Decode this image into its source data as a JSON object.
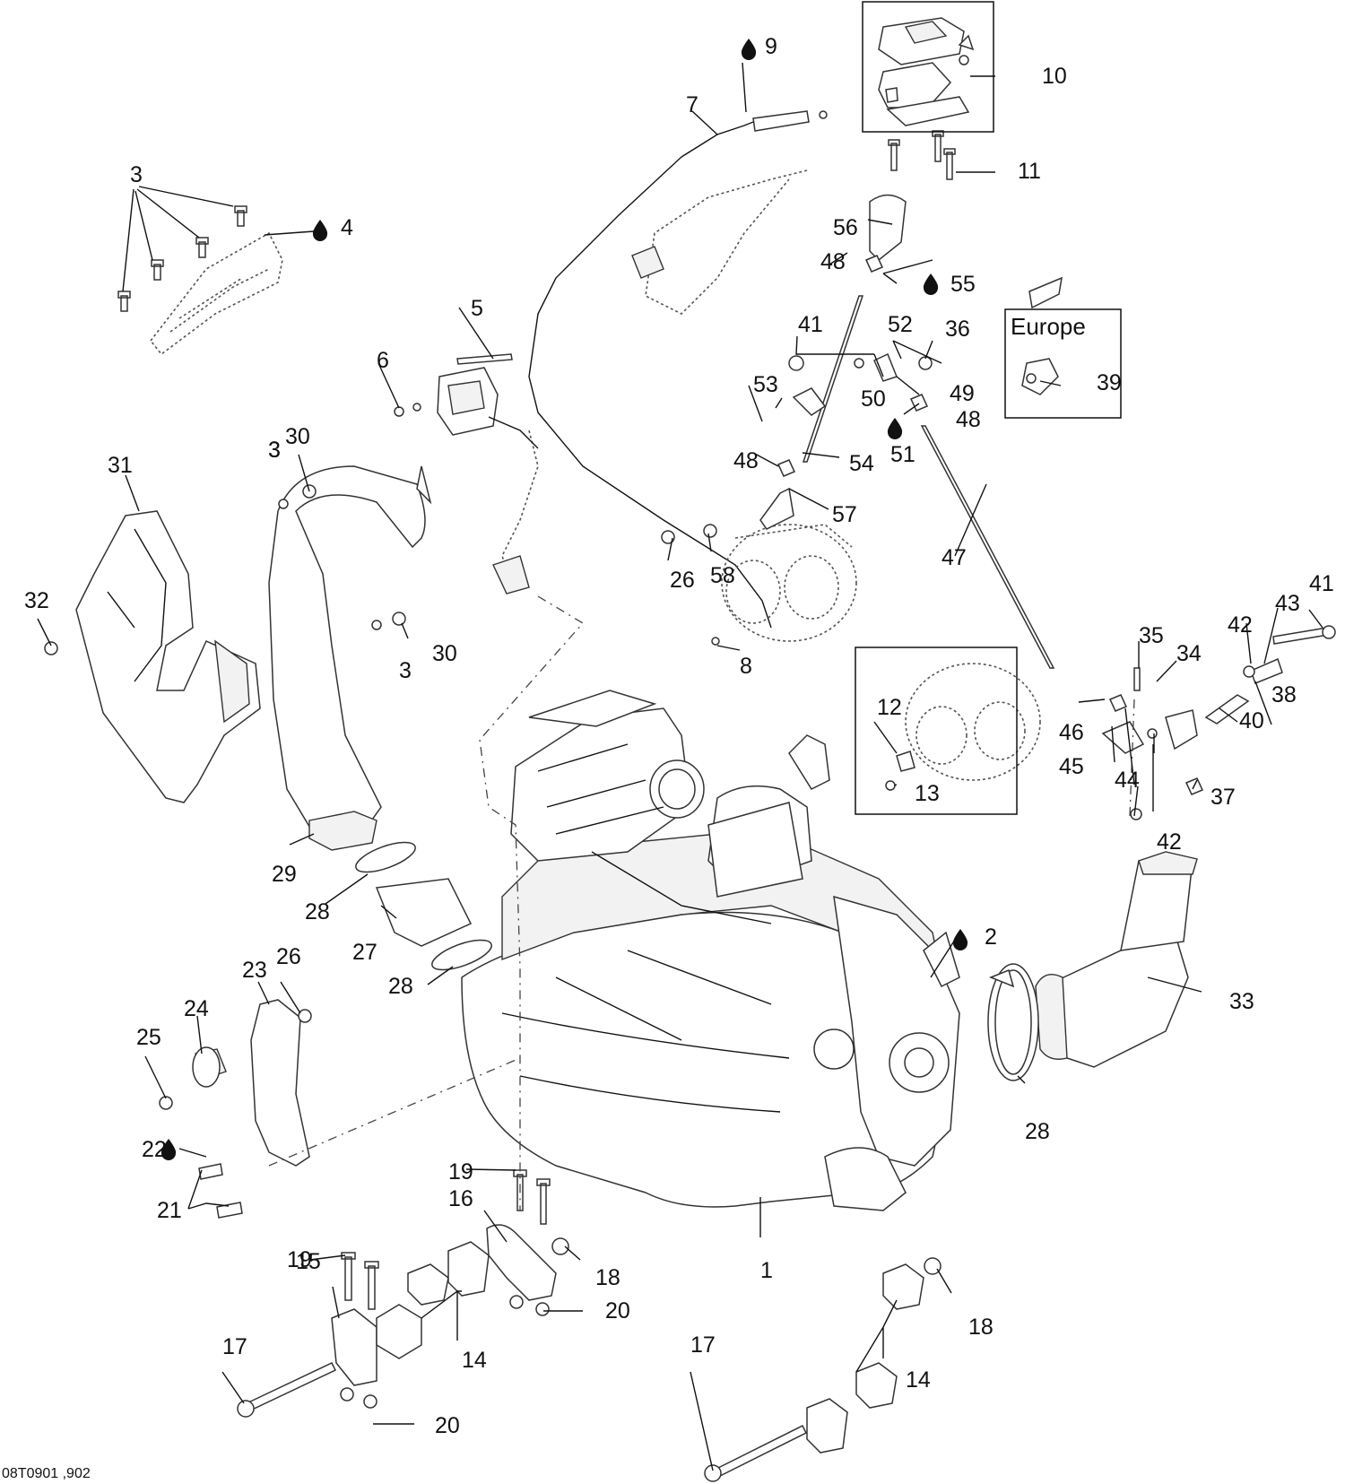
{
  "diagram": {
    "region_label": "Europe",
    "reference_code": "08T0901 ,902",
    "callouts": [
      {
        "id": "c1",
        "label": "1"
      },
      {
        "id": "c2",
        "label": "2",
        "oil": true
      },
      {
        "id": "c3a",
        "label": "3"
      },
      {
        "id": "c3b",
        "label": "3"
      },
      {
        "id": "c3c",
        "label": "3"
      },
      {
        "id": "c4",
        "label": "4",
        "oil": true
      },
      {
        "id": "c5",
        "label": "5"
      },
      {
        "id": "c6",
        "label": "6"
      },
      {
        "id": "c7",
        "label": "7"
      },
      {
        "id": "c8",
        "label": "8"
      },
      {
        "id": "c9",
        "label": "9",
        "oil": true
      },
      {
        "id": "c10",
        "label": "10"
      },
      {
        "id": "c11",
        "label": "11"
      },
      {
        "id": "c12",
        "label": "12"
      },
      {
        "id": "c13",
        "label": "13"
      },
      {
        "id": "c14a",
        "label": "14"
      },
      {
        "id": "c14b",
        "label": "14"
      },
      {
        "id": "c15",
        "label": "15"
      },
      {
        "id": "c16",
        "label": "16"
      },
      {
        "id": "c17a",
        "label": "17"
      },
      {
        "id": "c17b",
        "label": "17"
      },
      {
        "id": "c18a",
        "label": "18"
      },
      {
        "id": "c18b",
        "label": "18"
      },
      {
        "id": "c19a",
        "label": "19"
      },
      {
        "id": "c19b",
        "label": "19"
      },
      {
        "id": "c20a",
        "label": "20"
      },
      {
        "id": "c20b",
        "label": "20"
      },
      {
        "id": "c21",
        "label": "21"
      },
      {
        "id": "c22",
        "label": "22",
        "oil": true
      },
      {
        "id": "c23",
        "label": "23"
      },
      {
        "id": "c24",
        "label": "24"
      },
      {
        "id": "c25",
        "label": "25"
      },
      {
        "id": "c26a",
        "label": "26"
      },
      {
        "id": "c26b",
        "label": "26"
      },
      {
        "id": "c27",
        "label": "27"
      },
      {
        "id": "c28a",
        "label": "28"
      },
      {
        "id": "c28b",
        "label": "28"
      },
      {
        "id": "c28c",
        "label": "28"
      },
      {
        "id": "c29",
        "label": "29"
      },
      {
        "id": "c30a",
        "label": "30"
      },
      {
        "id": "c30b",
        "label": "30"
      },
      {
        "id": "c31",
        "label": "31"
      },
      {
        "id": "c32",
        "label": "32"
      },
      {
        "id": "c33",
        "label": "33"
      },
      {
        "id": "c34",
        "label": "34"
      },
      {
        "id": "c35",
        "label": "35"
      },
      {
        "id": "c36",
        "label": "36"
      },
      {
        "id": "c37",
        "label": "37"
      },
      {
        "id": "c38",
        "label": "38"
      },
      {
        "id": "c39",
        "label": "39"
      },
      {
        "id": "c40",
        "label": "40"
      },
      {
        "id": "c41a",
        "label": "41"
      },
      {
        "id": "c41b",
        "label": "41"
      },
      {
        "id": "c42a",
        "label": "42"
      },
      {
        "id": "c42b",
        "label": "42"
      },
      {
        "id": "c43",
        "label": "43"
      },
      {
        "id": "c44",
        "label": "44"
      },
      {
        "id": "c45",
        "label": "45"
      },
      {
        "id": "c46",
        "label": "46"
      },
      {
        "id": "c47",
        "label": "47"
      },
      {
        "id": "c48a",
        "label": "48"
      },
      {
        "id": "c48b",
        "label": "48"
      },
      {
        "id": "c48c",
        "label": "48"
      },
      {
        "id": "c49",
        "label": "49"
      },
      {
        "id": "c50",
        "label": "50"
      },
      {
        "id": "c51",
        "label": "51",
        "oil": true
      },
      {
        "id": "c52",
        "label": "52"
      },
      {
        "id": "c53",
        "label": "53"
      },
      {
        "id": "c54",
        "label": "54"
      },
      {
        "id": "c55",
        "label": "55",
        "oil": true
      },
      {
        "id": "c56",
        "label": "56"
      },
      {
        "id": "c57",
        "label": "57"
      },
      {
        "id": "c58",
        "label": "58"
      },
      {
        "id": "c3d",
        "label": "3"
      }
    ]
  }
}
